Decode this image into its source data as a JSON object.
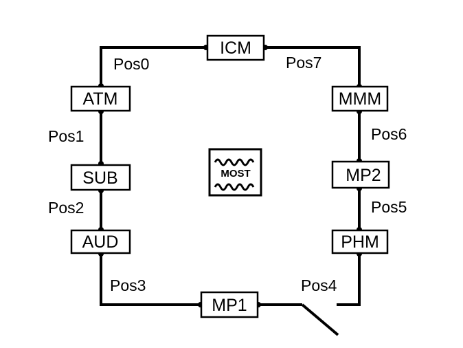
{
  "nodes": {
    "icm": "ICM",
    "atm": "ATM",
    "sub": "SUB",
    "aud": "AUD",
    "mp1": "MP1",
    "mmm": "MMM",
    "mp2": "MP2",
    "phm": "PHM"
  },
  "positions": {
    "pos0": "Pos0",
    "pos1": "Pos1",
    "pos2": "Pos2",
    "pos3": "Pos3",
    "pos4": "Pos4",
    "pos5": "Pos5",
    "pos6": "Pos6",
    "pos7": "Pos7"
  },
  "logo": {
    "text": "MOST"
  }
}
